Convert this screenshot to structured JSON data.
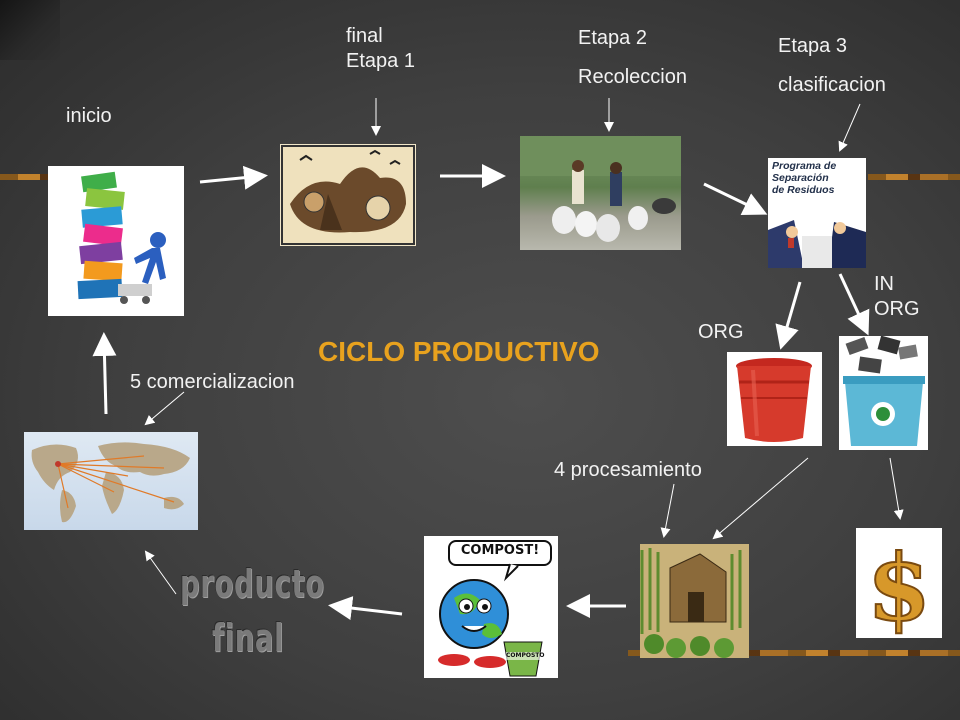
{
  "labels": {
    "inicio": "inicio",
    "final_etapa1_line1": "final",
    "final_etapa1_line2": "Etapa 1",
    "etapa2_line1": "Etapa 2",
    "etapa2_line2": "Recoleccion",
    "etapa3_line1": "Etapa 3",
    "etapa3_line2": "clasificacion",
    "in_org_line1": "IN",
    "in_org_line2": "ORG",
    "org": "ORG",
    "title": "CICLO PRODUCTIVO",
    "comercializacion": "5 comercializacion",
    "procesamiento": "4 procesamiento",
    "producto_line1": "producto",
    "producto_line2": "final"
  },
  "images": {
    "etapa3_sign": [
      "Programa de",
      "Separación",
      "de Residuos"
    ],
    "compost_bubble": "COMPOST!",
    "compost_bin": "COMPOSTO"
  },
  "colors": {
    "title": "#e8a21e",
    "background": "#444444",
    "text": "#f2f2f2"
  }
}
